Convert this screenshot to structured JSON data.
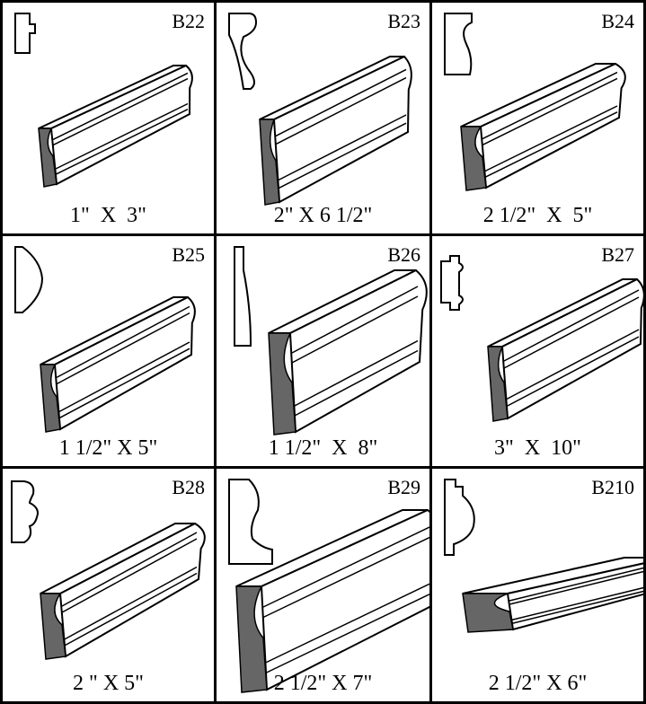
{
  "title": "Molding profiles catalog",
  "items": [
    {
      "code": "B22",
      "size": "1\"  X  3\""
    },
    {
      "code": "B23",
      "size": "2\" X 6 1/2\""
    },
    {
      "code": "B24",
      "size": "2 1/2\"  X  5\""
    },
    {
      "code": "B25",
      "size": "1 1/2\" X 5\""
    },
    {
      "code": "B26",
      "size": "1 1/2\"  X  8\""
    },
    {
      "code": "B27",
      "size": "3\"  X  10\""
    },
    {
      "code": "B28",
      "size": "2 \" X 5\""
    },
    {
      "code": "B29",
      "size": "2 1/2\" X 7\""
    },
    {
      "code": "B210",
      "size": "2 1/2\" X 6\""
    }
  ],
  "colors": {
    "end_grain": "#666666",
    "line": "#000000"
  }
}
